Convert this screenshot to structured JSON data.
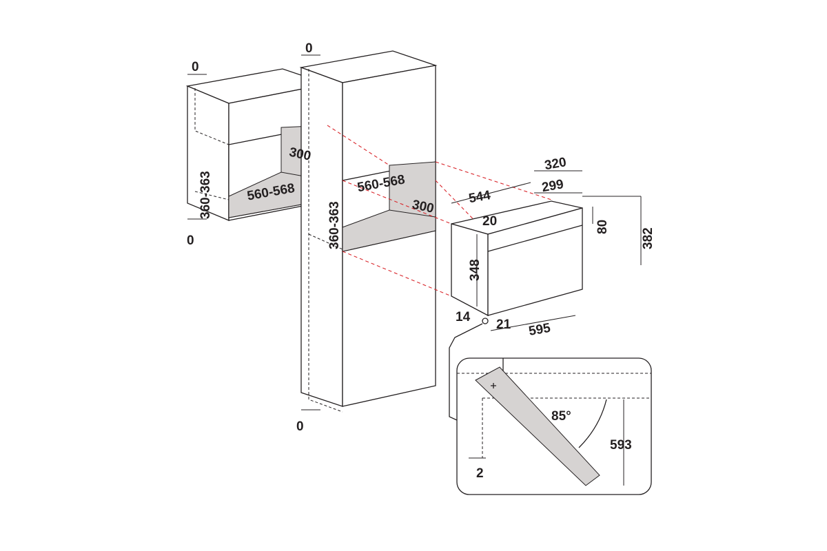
{
  "dimensions": {
    "wall_top_gap": "0",
    "tall_top_gap": "0",
    "wall_bottom_gap": "0",
    "tall_bottom_gap": "0",
    "wall_depth": "300",
    "wall_width": "560-568",
    "wall_height": "360-363",
    "tall_width": "560-568",
    "tall_depth": "300",
    "tall_height": "360-363",
    "oven_width_body": "544",
    "oven_depth_total": "320",
    "oven_depth_body": "299",
    "oven_top_offset": "20",
    "oven_front_top": "80",
    "oven_total_height": "382",
    "oven_body_height": "348",
    "oven_side_offset": "14",
    "oven_front_offset": "21",
    "oven_front_width": "595",
    "door_angle": "85°",
    "door_height": "593",
    "door_gap": "2"
  },
  "colors": {
    "guide_line": "#d9262b",
    "panel_gray": "#d6d3d2"
  }
}
